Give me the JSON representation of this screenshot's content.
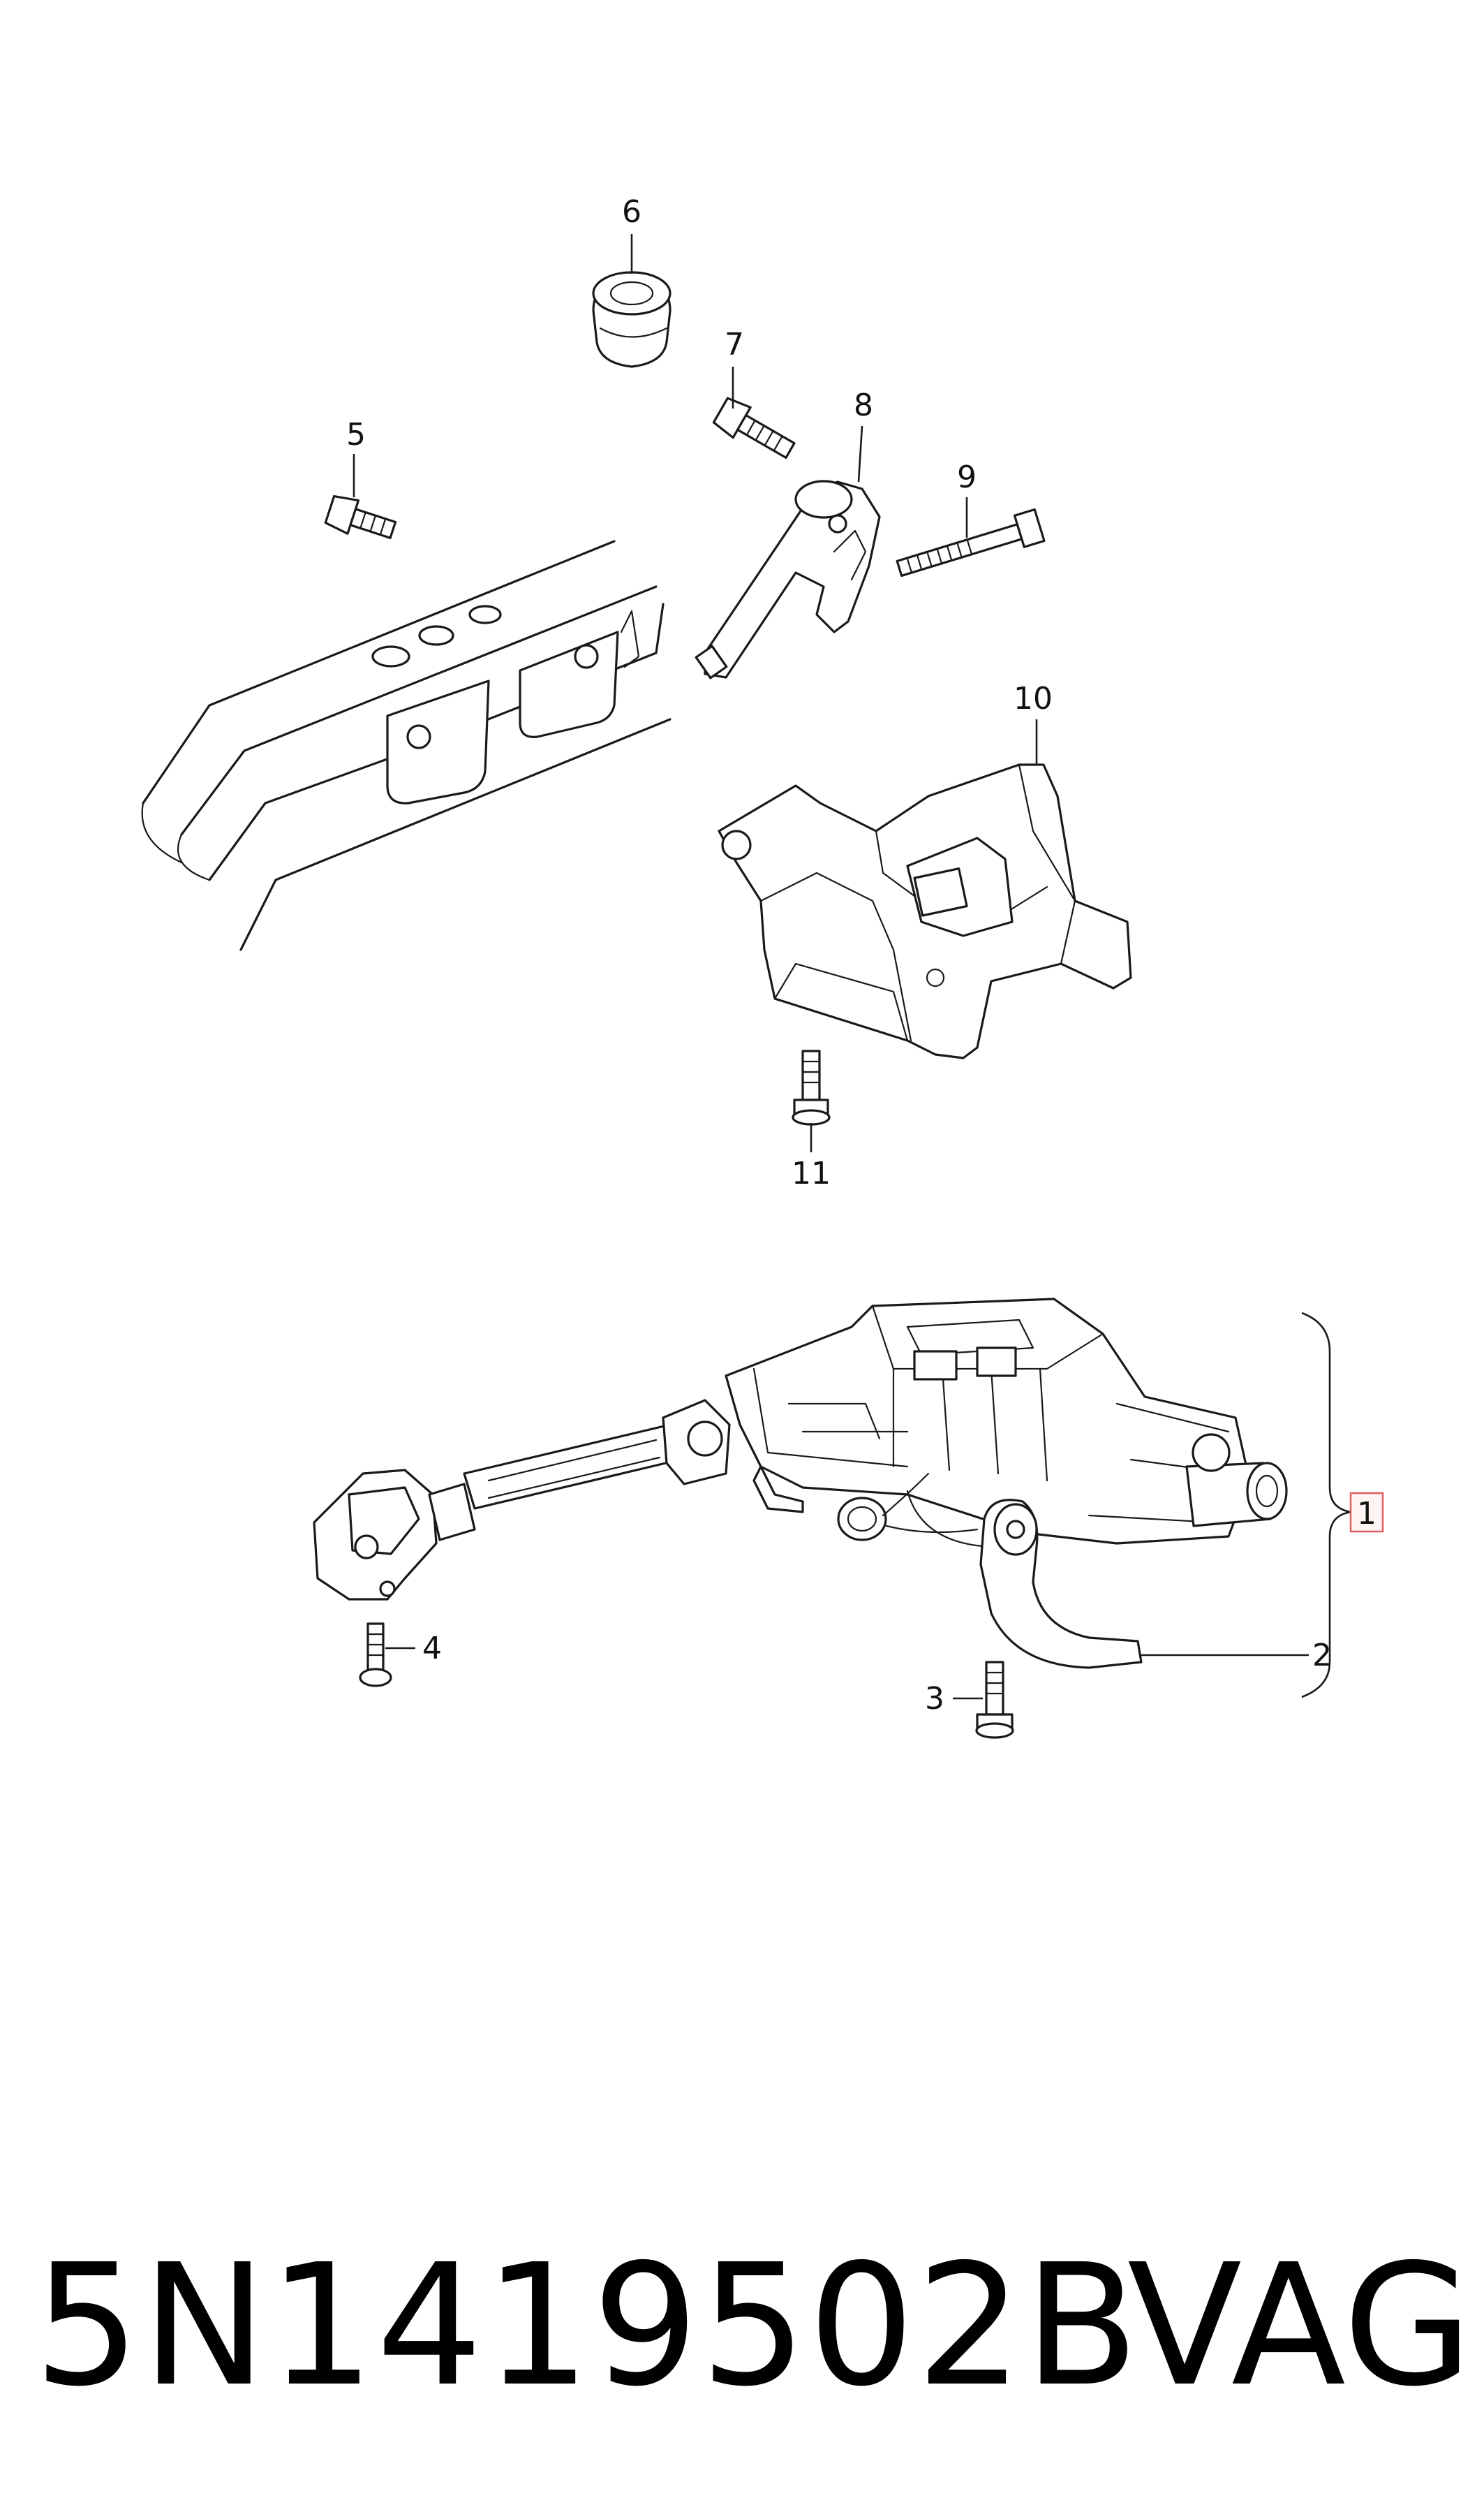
{
  "callouts": {
    "c1": "1",
    "c2": "2",
    "c3": "3",
    "c4": "4",
    "c5": "5",
    "c6": "6",
    "c7": "7",
    "c8": "8",
    "c9": "9",
    "c10": "10",
    "c11": "11"
  },
  "highlight_color": "#e06060",
  "footer": {
    "part_number": "5N1419502B",
    "brand": "VAG"
  }
}
